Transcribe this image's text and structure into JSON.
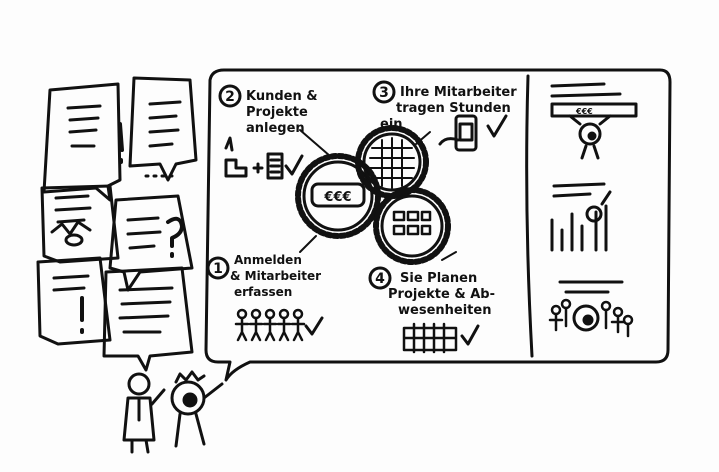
{
  "steps": [
    {
      "number": "1",
      "lines": [
        "Anmelden",
        "& Mitarbeiter",
        "erfassen"
      ]
    },
    {
      "number": "2",
      "lines": [
        "Kunden &",
        "Projekte",
        "anlegen"
      ]
    },
    {
      "number": "3",
      "lines": [
        "Ihre Mitarbeiter",
        "tragen Stunden",
        "ein"
      ]
    },
    {
      "number": "4",
      "lines": [
        "Sie Planen",
        "Projekte & Ab-",
        "wesenheiten"
      ]
    }
  ],
  "gear_badge": "€€€",
  "dashboard_badge": "€€€",
  "colors": {
    "ink": "#111111",
    "paper": "#fdfdfd"
  }
}
